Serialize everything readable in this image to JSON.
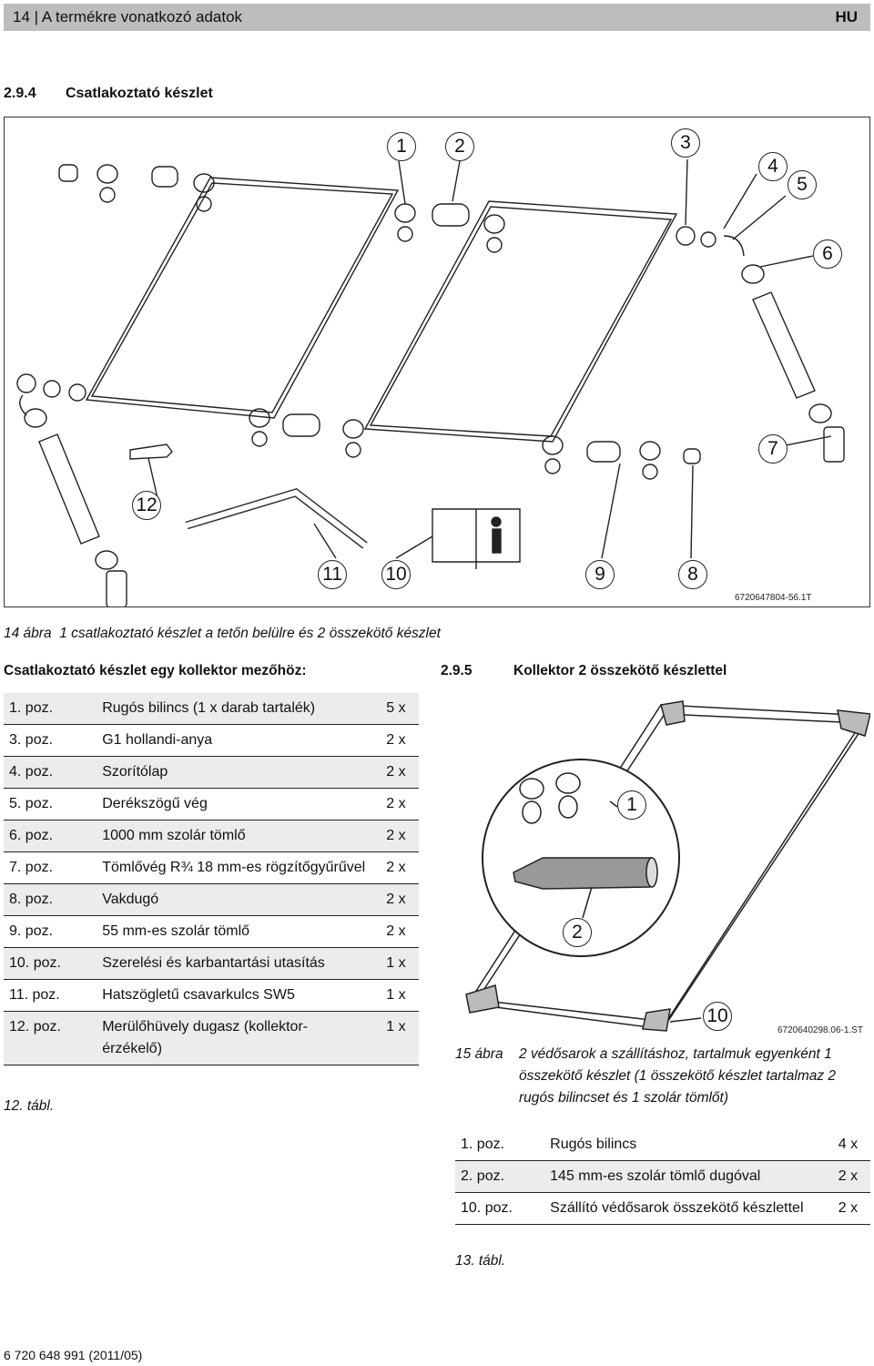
{
  "header": {
    "page": "14",
    "title": "A termékre vonatkozó adatok",
    "lang": "HU"
  },
  "section1": {
    "num": "2.9.4",
    "title": "Csatlakoztató készlet"
  },
  "figure14": {
    "callouts": [
      "1",
      "2",
      "3",
      "4",
      "5",
      "6",
      "7",
      "8",
      "9",
      "10",
      "11",
      "12"
    ],
    "code": "6720647804-56.1T",
    "caption_num": "14 ábra",
    "caption_text": "1 csatlakoztató készlet a tetőn belülre és 2 összekötő készlet"
  },
  "table12": {
    "heading": "Csatlakoztató készlet egy kollektor mezőhöz:",
    "rows": [
      {
        "pos": "1. poz.",
        "desc": "Rugós bilincs (1 x darab tartalék)",
        "qty": "5 x"
      },
      {
        "pos": "3. poz.",
        "desc": "G1 hollandi-anya",
        "qty": "2 x"
      },
      {
        "pos": "4. poz.",
        "desc": "Szorítólap",
        "qty": "2 x"
      },
      {
        "pos": "5. poz.",
        "desc": "Derékszögű vég",
        "qty": "2 x"
      },
      {
        "pos": "6. poz.",
        "desc": "1000 mm szolár tömlő",
        "qty": "2 x"
      },
      {
        "pos": "7. poz.",
        "desc": "Tömlővég R¾ 18 mm-es rögzítőgyűrűvel",
        "qty": "2 x"
      },
      {
        "pos": "8. poz.",
        "desc": "Vakdugó",
        "qty": "2 x"
      },
      {
        "pos": "9. poz.",
        "desc": "55 mm-es szolár tömlő",
        "qty": "2 x"
      },
      {
        "pos": "10. poz.",
        "desc": "Szerelési és karbantartási utasítás",
        "qty": "1 x"
      },
      {
        "pos": "11. poz.",
        "desc": "Hatszögletű csavarkulcs SW5",
        "qty": "1 x"
      },
      {
        "pos": "12. poz.",
        "desc": "Merülőhüvely dugasz (kollektor-érzékelő)",
        "qty": "1 x"
      }
    ],
    "label": "12. tábl."
  },
  "section2": {
    "num": "2.9.5",
    "title": "Kollektor 2 összekötő készlettel"
  },
  "figure15": {
    "callouts": [
      "1",
      "2",
      "10"
    ],
    "code": "6720640298.06-1.ST",
    "caption_num": "15 ábra",
    "caption_text": "2 védősarok a szállításhoz, tartalmuk egyenként 1 összekötő készlet (1 összekötő készlet tartalmaz 2 rugós bilincset és 1 szolár tömlőt)"
  },
  "table13": {
    "rows": [
      {
        "pos": "1. poz.",
        "desc": "Rugós bilincs",
        "qty": "4 x"
      },
      {
        "pos": "2. poz.",
        "desc": "145 mm-es szolár tömlő dugóval",
        "qty": "2 x"
      },
      {
        "pos": "10. poz.",
        "desc": "Szállító védősarok összekötő készlettel",
        "qty": "2 x"
      }
    ],
    "label": "13. tábl."
  },
  "footer": {
    "doc": "6 720 648 991 (2011/05)"
  }
}
